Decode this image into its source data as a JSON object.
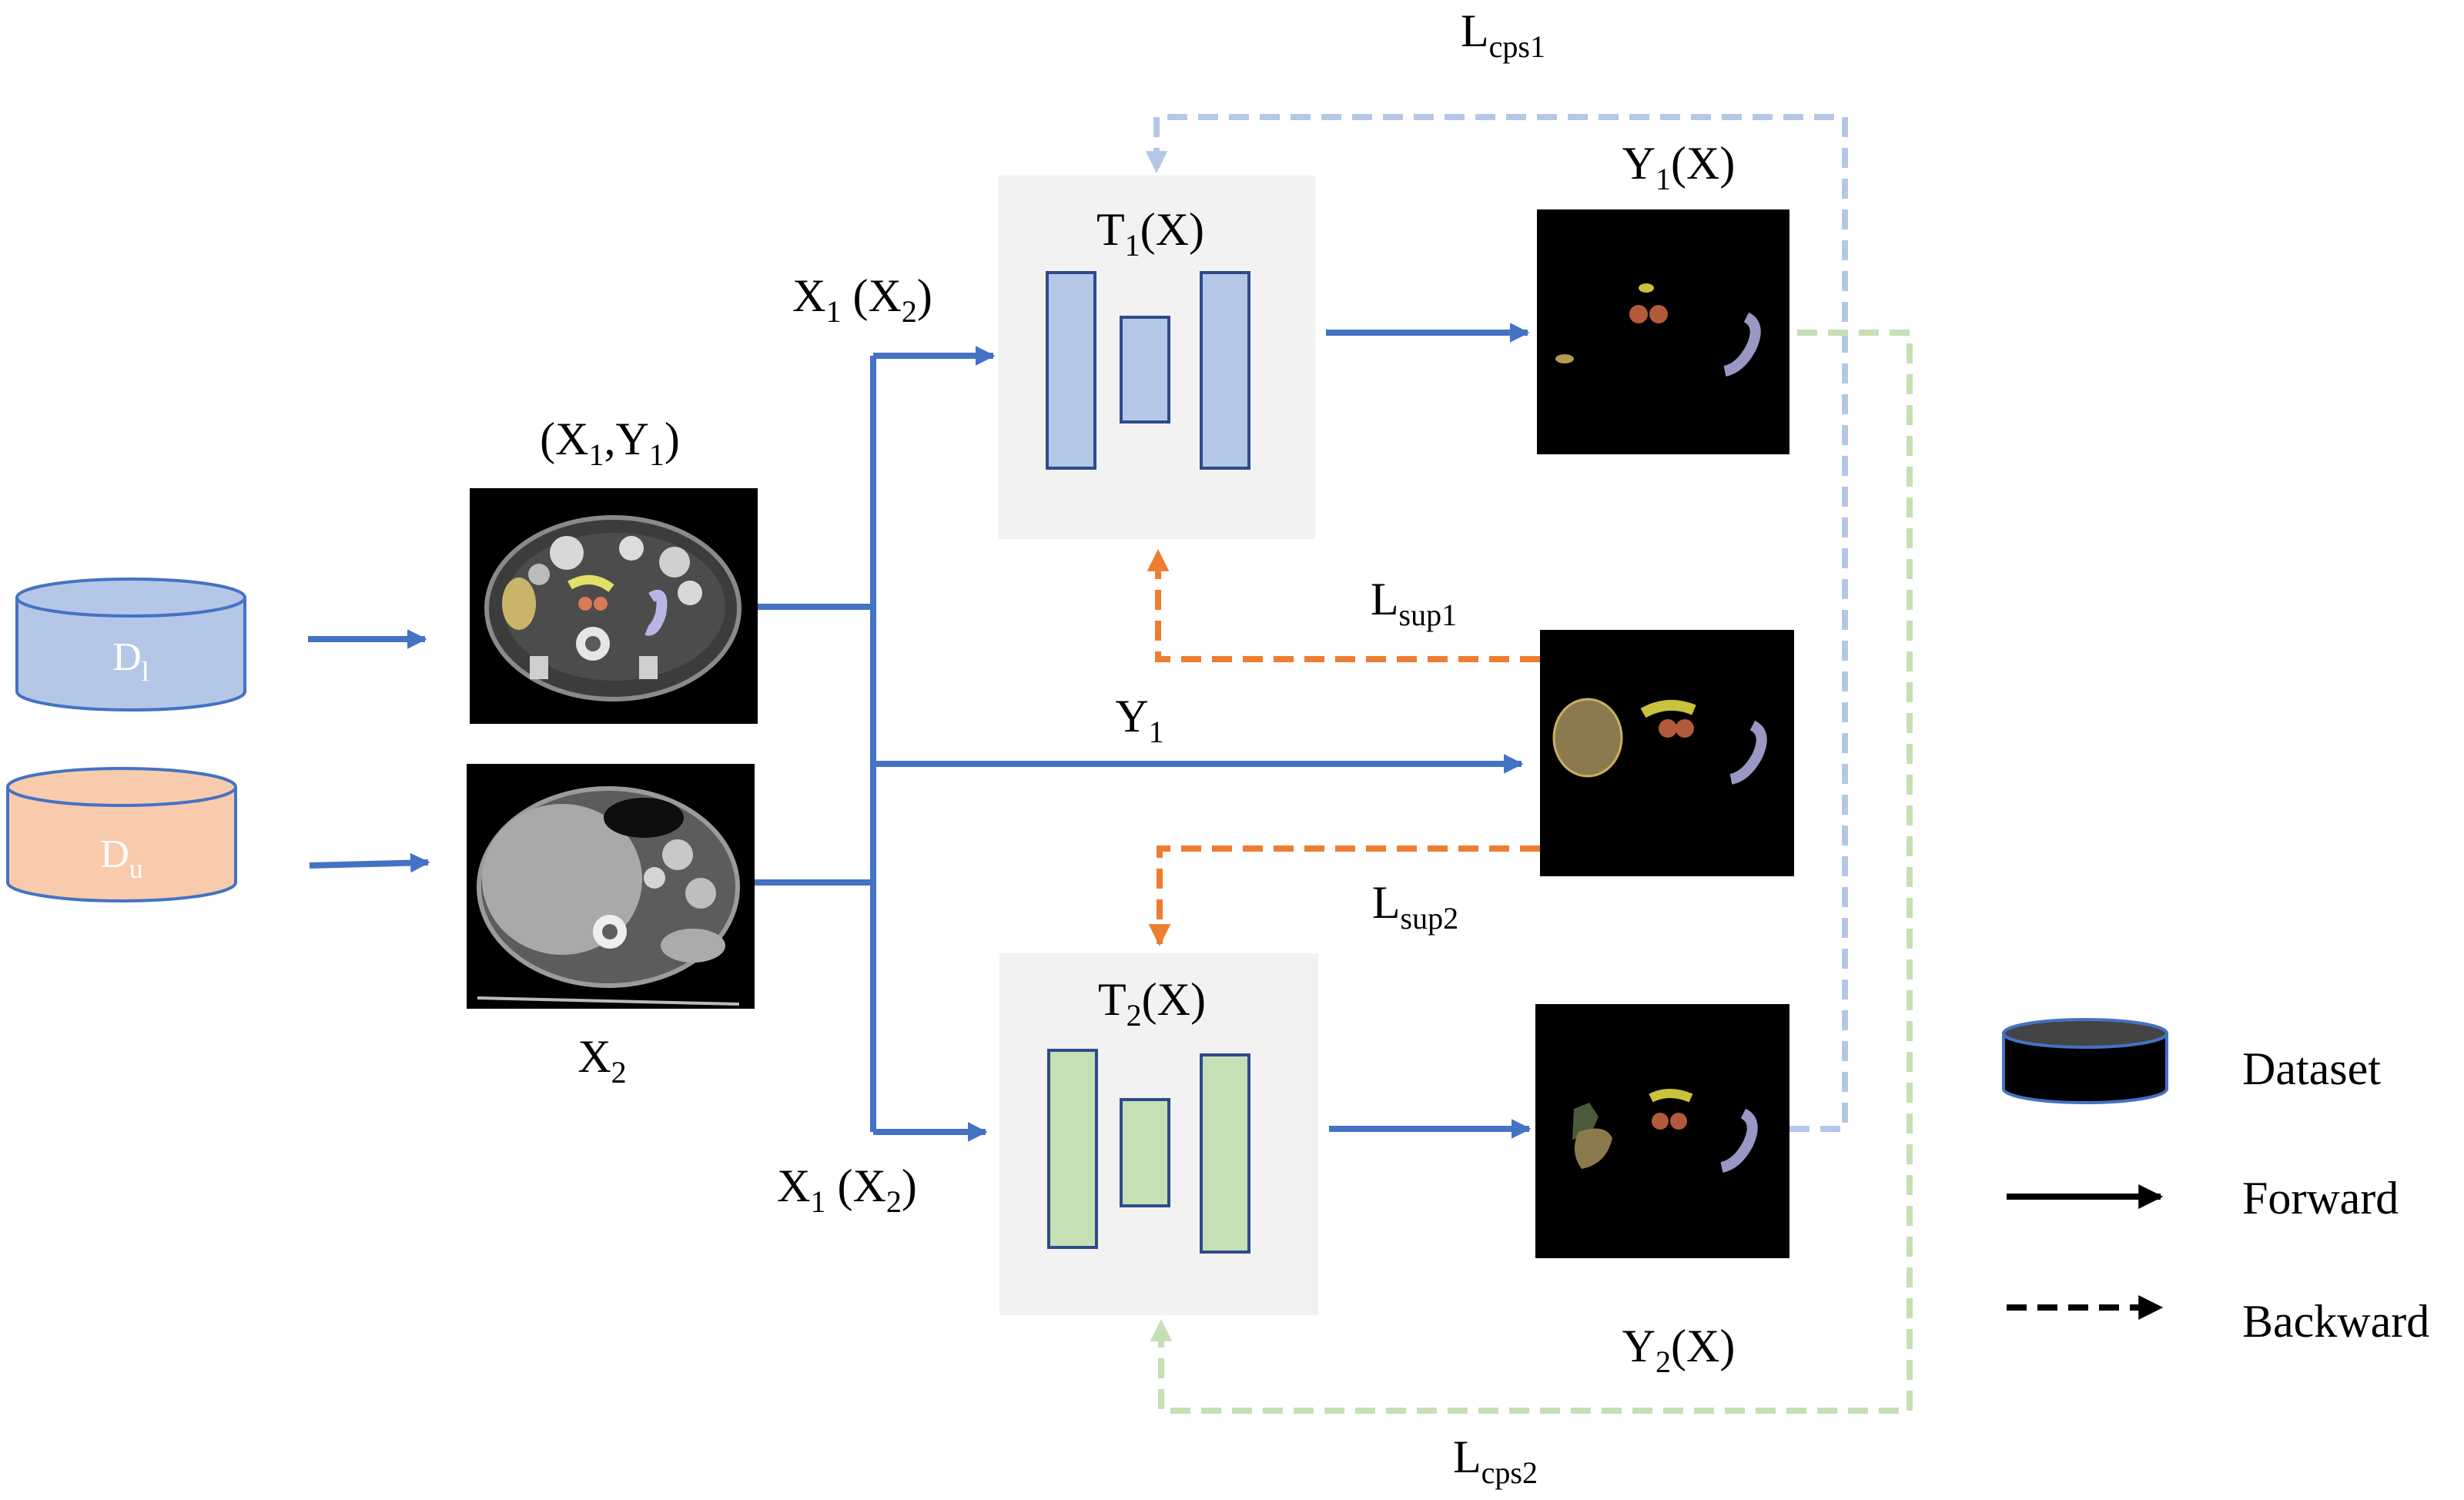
{
  "colors": {
    "blue_arrow": "#4472c4",
    "orange_dash": "#ed7d31",
    "light_blue_dash": "#b4c7e7",
    "light_green_dash": "#c5e0b4",
    "panel_bg": "#f2f2f2",
    "blue_fill": "#b4c7e7",
    "green_fill": "#c5e0b4",
    "dl_fill": "#b4c7e7",
    "du_fill": "#f8cbad",
    "dataset_legend_fill": "#000000"
  },
  "datasets": {
    "labeled": {
      "main": "D",
      "sub": "l"
    },
    "unlabeled": {
      "main": "D",
      "sub": "u"
    }
  },
  "inputs": {
    "labeled_pair": {
      "p1": "(X",
      "s1": "1",
      "mid": ",Y",
      "s2": "1",
      "p2": ")"
    },
    "unlabeled": {
      "main": "X",
      "sub": "2"
    }
  },
  "branches": {
    "top_input": {
      "a": "X",
      "sa": "1",
      "b": " (X",
      "sb": "2",
      "c": ")"
    },
    "bottom_input": {
      "a": "X",
      "sa": "1",
      "b": " (X",
      "sb": "2",
      "c": ")"
    },
    "label_arrow": {
      "main": "Y",
      "sub": "1"
    }
  },
  "models": {
    "t1": {
      "main": "T",
      "sub": "1",
      "rest": "(X)"
    },
    "t2": {
      "main": "T",
      "sub": "2",
      "rest": "(X)"
    }
  },
  "outputs": {
    "y1": {
      "main": "Y",
      "sub": "1",
      "rest": "(X)"
    },
    "y2": {
      "main": "Y",
      "sub": "2",
      "rest": "(X)"
    }
  },
  "losses": {
    "cps1": {
      "main": "L",
      "sub": "cps1"
    },
    "cps2": {
      "main": "L",
      "sub": "cps2"
    },
    "sup1": {
      "main": "L",
      "sub": "sup1"
    },
    "sup2": {
      "main": "L",
      "sub": "sup2"
    }
  },
  "legend": {
    "dataset": "Dataset",
    "forward": "Forward",
    "backward": "Backward"
  }
}
